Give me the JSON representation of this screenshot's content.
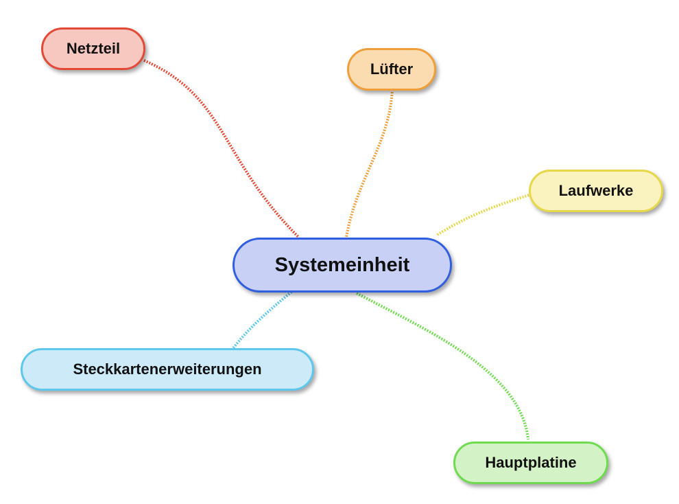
{
  "mindmap": {
    "central": {
      "label": "Systemeinheit",
      "fill": "#c8d0f6",
      "border": "#2f5fe0"
    },
    "branches": [
      {
        "id": "netzteil",
        "label": "Netzteil",
        "fill": "#f7c8c0",
        "border": "#e24a36"
      },
      {
        "id": "luefter",
        "label": "Lüfter",
        "fill": "#fbdcb0",
        "border": "#ef9f3a"
      },
      {
        "id": "laufwerke",
        "label": "Laufwerke",
        "fill": "#fbf3bf",
        "border": "#e7d84a"
      },
      {
        "id": "steckkarten",
        "label": "Steckkartenerweiterungen",
        "fill": "#cdeaf8",
        "border": "#5ec7ec"
      },
      {
        "id": "hauptplatine",
        "label": "Hauptplatine",
        "fill": "#d3f3c6",
        "border": "#6fdc4f"
      }
    ]
  }
}
